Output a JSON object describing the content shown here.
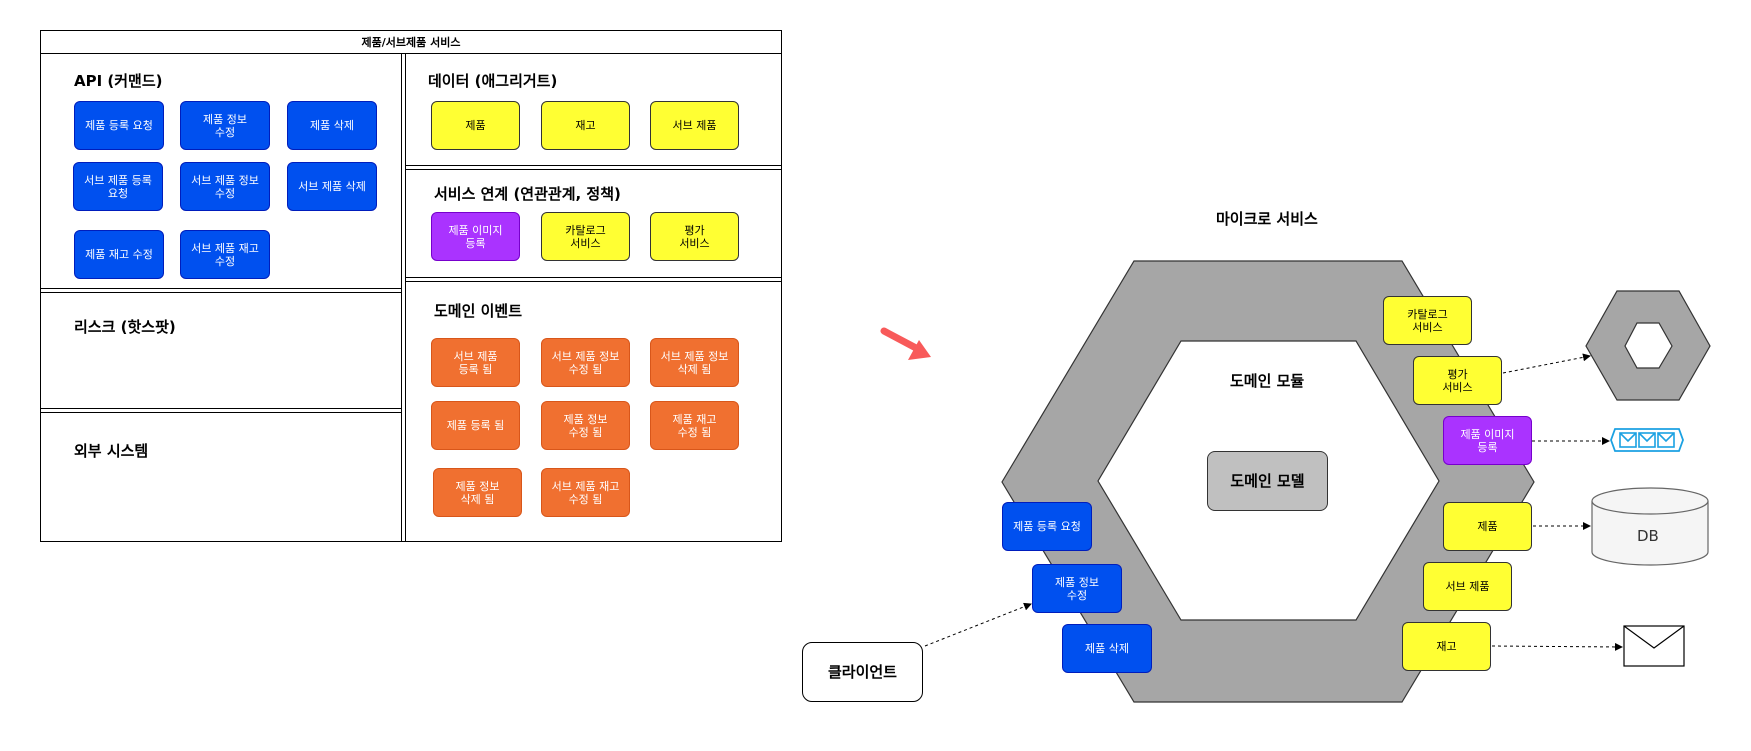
{
  "panel": {
    "title": "제품/서브제품 서비스",
    "api": {
      "heading": "API (커맨드)",
      "items": [
        "제품 등록 요청",
        "제품 정보\n수정",
        "제품 삭제",
        "서브 제품 등록 요청",
        "서브 제품 정보\n수정",
        "서브 제품 삭제",
        "제품 재고 수정",
        "서브 제품 재고 수정"
      ]
    },
    "risk": {
      "heading": "리스크 (핫스팟)"
    },
    "external": {
      "heading": "외부 시스템"
    },
    "data": {
      "heading": "데이터 (애그리거트)",
      "items": [
        "제품",
        "재고",
        "서브 제품"
      ]
    },
    "service": {
      "heading": "서비스 연계 (연관관계, 정책)",
      "items": [
        "제품 이미지\n등록",
        "카탈로그\n서비스",
        "평가\n서비스"
      ]
    },
    "events": {
      "heading": "도메인 이벤트",
      "items": [
        "서브 제품\n등록 됨",
        "서브 제품 정보\n수정 됨",
        "서브 제품 정보\n삭제 됨",
        "제품 등록 됨",
        "제품 정보\n수정 됨",
        "제품 재고\n수정 됨",
        "제품 정보\n삭제 됨",
        "서브 제품 재고\n수정 됨"
      ]
    }
  },
  "micro": {
    "title": "마이크로 서비스",
    "module_label": "도메인 모듈",
    "model_label": "도메인 모델",
    "client_label": "클라이언트",
    "api_items": [
      "제품 등록 요청",
      "제품 정보\n수정",
      "제품 삭제"
    ],
    "right_items": [
      "카탈로그\n서비스",
      "평가\n서비스",
      "제품 이미지\n등록",
      "제품",
      "서브 제품",
      "재고"
    ],
    "db_label": "DB"
  },
  "colors": {
    "blue": "#0050ef",
    "yellow": "#ffff33",
    "purple": "#aa33ff",
    "orange": "#f07030",
    "hexagon_outer": "#a6a6a6",
    "arrow_red": "#f85a5a",
    "queue": "#1ba1e2"
  },
  "icons": [
    "red-arrow-icon",
    "service-hexagon-icon",
    "message-queue-icon",
    "database-icon",
    "mail-envelope-icon"
  ]
}
